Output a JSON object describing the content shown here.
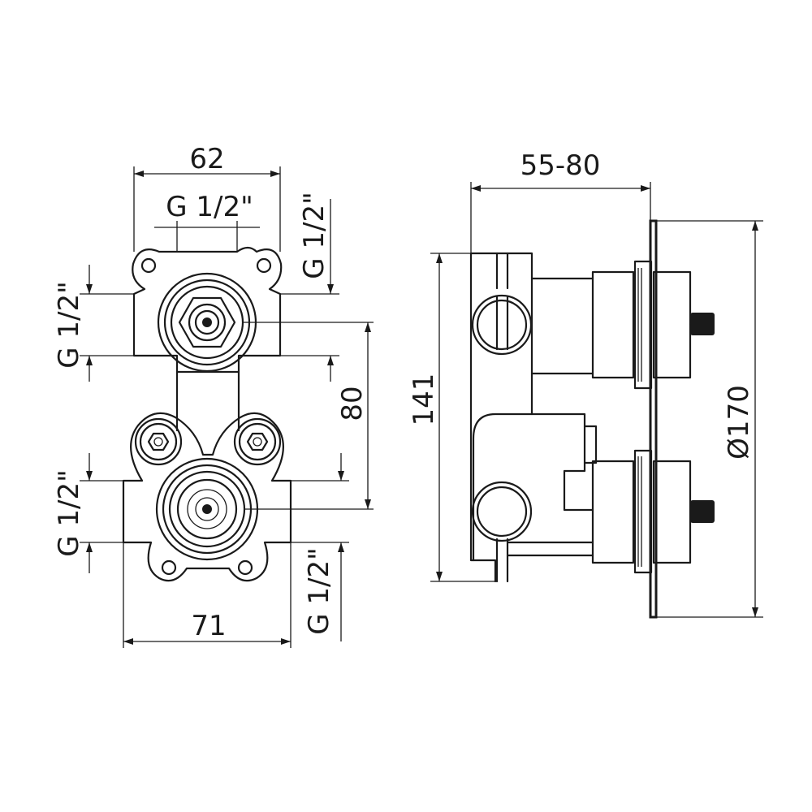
{
  "diagram": {
    "front_view": {
      "dim_width_top": "62",
      "dim_inlet_top": "G 1/2\"",
      "dim_right_upper": "G 1/2\"",
      "dim_left_upper": "G 1/2\"",
      "dim_left_lower": "G 1/2\"",
      "dim_right_lower": "G 1/2\"",
      "dim_center_distance": "80",
      "dim_width_bottom": "71"
    },
    "side_view": {
      "dim_depth": "55-80",
      "dim_height": "141",
      "dim_plate_diameter": "Ø170"
    }
  },
  "colors": {
    "line": "#1a1a1a",
    "background": "#ffffff"
  }
}
